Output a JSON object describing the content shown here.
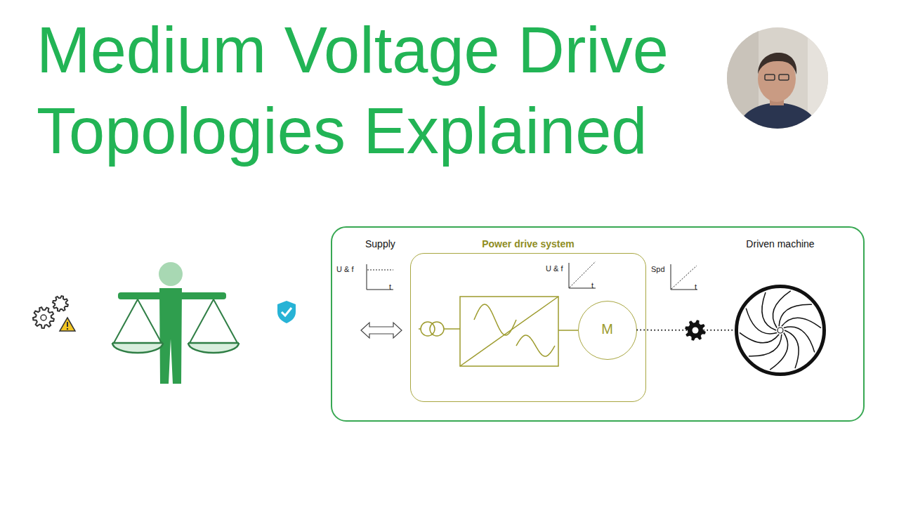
{
  "diagram": {
    "title": "Medium Voltage Drive Topologies Explained",
    "nodes": [
      {
        "text": [
          "Supply"
        ]
      },
      {
        "text": [
          "Power drive system"
        ],
        "in": 0
      },
      {
        "text": [
          "M"
        ],
        "in": 1
      },
      {
        "text": [
          "Driven machine"
        ],
        "in": 0
      }
    ],
    "edges": [
      {
        "from": 2,
        "to": 3,
        "arrow": "none"
      }
    ],
    "labels": [
      "U & f",
      "t",
      "U & f",
      "t",
      "Spd",
      "t"
    ]
  }
}
